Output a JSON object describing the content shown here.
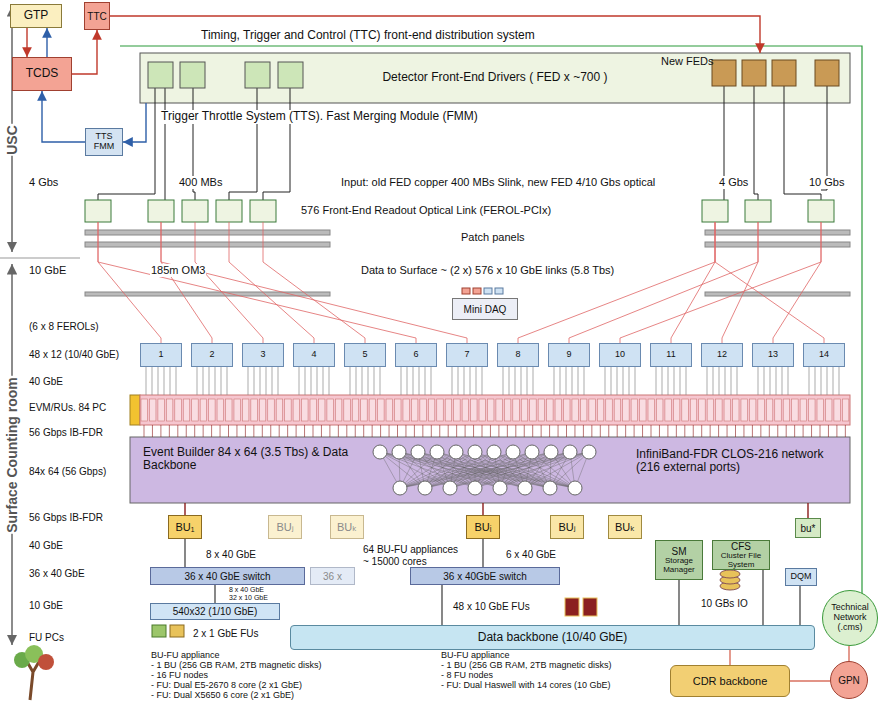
{
  "diagram": {
    "nodes": [
      {
        "text": [
          "GTP"
        ]
      },
      {
        "text": [
          "TTC"
        ]
      },
      {
        "text": [
          "TCDS"
        ]
      },
      {
        "text": [
          "Detector Front-End Drivers ( FED x ~700 )"
        ]
      },
      {
        "text": [
          "TTS FMM"
        ]
      },
      {
        "text": [
          "Mini DAQ"
        ]
      },
      {
        "text": [
          "1"
        ]
      },
      {
        "text": [
          "2"
        ]
      },
      {
        "text": [
          "3"
        ]
      },
      {
        "text": [
          "4"
        ]
      },
      {
        "text": [
          "5"
        ]
      },
      {
        "text": [
          "6"
        ]
      },
      {
        "text": [
          "7"
        ]
      },
      {
        "text": [
          "8"
        ]
      },
      {
        "text": [
          "9"
        ]
      },
      {
        "text": [
          "10"
        ]
      },
      {
        "text": [
          "11"
        ]
      },
      {
        "text": [
          "12"
        ]
      },
      {
        "text": [
          "13"
        ]
      },
      {
        "text": [
          "14"
        ]
      },
      {
        "text": [
          "Event Builder 84 x 64 (3.5 Tbs) & Data Backbone",
          "InfiniBand-FDR CLOS-216 network (216 external ports)"
        ]
      },
      {
        "text": [
          "BU₁"
        ]
      },
      {
        "text": [
          "BUⱼ"
        ]
      },
      {
        "text": [
          "BUₖ"
        ]
      },
      {
        "text": [
          "BUᵢ"
        ]
      },
      {
        "text": [
          "BUⱼ"
        ]
      },
      {
        "text": [
          "BUₖ"
        ]
      },
      {
        "text": [
          "bu*"
        ]
      },
      {
        "text": [
          "36 x 40 GbE switch"
        ]
      },
      {
        "text": [
          "36 x"
        ]
      },
      {
        "text": [
          "36 x 40GbE switch"
        ]
      },
      {
        "text": [
          "540x32 (1/10 GbE)"
        ]
      },
      {
        "text": [
          "SM",
          "Storage Manager"
        ]
      },
      {
        "text": [
          "CFS",
          "Cluster File System"
        ]
      },
      {
        "text": [
          "DQM"
        ]
      },
      {
        "text": [
          "Data backbone (10/40 GbE)"
        ]
      },
      {
        "text": [
          "Technical Network (.cms)"
        ]
      },
      {
        "text": [
          "GPN"
        ]
      },
      {
        "text": [
          "CDR backbone"
        ]
      }
    ],
    "edges": [
      {
        "from": 0,
        "to": 2,
        "arrow": "to"
      },
      {
        "from": 2,
        "to": 0,
        "arrow": "to"
      },
      {
        "from": 2,
        "to": 1,
        "arrow": "to"
      },
      {
        "from": 4,
        "to": 2,
        "arrow": "to"
      },
      {
        "from": 1,
        "to": 3,
        "arrow": "to"
      },
      {
        "from": 3,
        "to": 4,
        "arrow": "to"
      },
      {
        "from": 21,
        "to": 20,
        "arrow": "none"
      },
      {
        "from": 24,
        "to": 20,
        "arrow": "none"
      },
      {
        "from": 27,
        "to": 20,
        "arrow": "none"
      },
      {
        "from": 21,
        "to": 28,
        "arrow": "none"
      },
      {
        "from": 28,
        "to": 31,
        "arrow": "none"
      },
      {
        "from": 24,
        "to": 30,
        "arrow": "none"
      },
      {
        "from": 30,
        "to": 35,
        "arrow": "none"
      },
      {
        "from": 32,
        "to": 35,
        "arrow": "none"
      },
      {
        "from": 33,
        "to": 35,
        "arrow": "none"
      },
      {
        "from": 34,
        "to": 35,
        "arrow": "none"
      },
      {
        "from": 35,
        "to": 38,
        "arrow": "none"
      },
      {
        "from": 38,
        "to": 37,
        "arrow": "none"
      },
      {
        "from": 37,
        "to": 36,
        "arrow": "none"
      }
    ],
    "labels": [
      "Timing, Trigger and Control (TTC) front-end distribution system",
      "New FEDs",
      "Trigger Throttle System (TTS). Fast Merging Module (FMM)",
      "USC",
      "4 Gbs",
      "400 MBs",
      "Input: old FED copper 400 MBs Slink, new FED 4/10 Gbs optical",
      "4 Gbs",
      "10 Gbs",
      "576 Front-End Readout Optical Link (FEROL-PCIx)",
      "Patch panels",
      "10 GbE",
      "185m OM3",
      "Data to Surface ~ (2 x) 576 x 10 GbE links (5.8 Tbs)",
      "(6 x 8 FEROLs)",
      "48 x 12 (10/40 GbE)",
      "40 GbE",
      "EVM/RUs. 84 PC",
      "56 Gbps IB-FDR",
      "84x 64 (56 Gbps)",
      "56 Gbps IB-FDR",
      "40 GbE",
      "36 x 40 GbE",
      "10 GbE",
      "FU PCs",
      "Surface Counting room",
      "8 x 40 GbE",
      "64 BU-FU appliances ~ 15000 cores",
      "6 x 40 GbE",
      "8 x 40 GbE",
      "32 x 10 GbE",
      "2 x 1 GbE FUs",
      "48 x 10 GbE FUs",
      "10 GBs IO",
      "BU-FU appliance",
      "- 1 BU (256 GB RAM, 2TB magnetic disks)",
      "- 16 FU nodes",
      "- FU: Dual E5-2670 8 core (2 x1 GbE)",
      "- FU: Dual X5650 6 core (2 x1 GbE)",
      "BU-FU appliance",
      "- 1 BU (256 GB RAM, 2TB magnetic disks)",
      "- 8 FU nodes",
      "- FU: Dual Haswell with 14 cores (10 GbE)"
    ]
  }
}
